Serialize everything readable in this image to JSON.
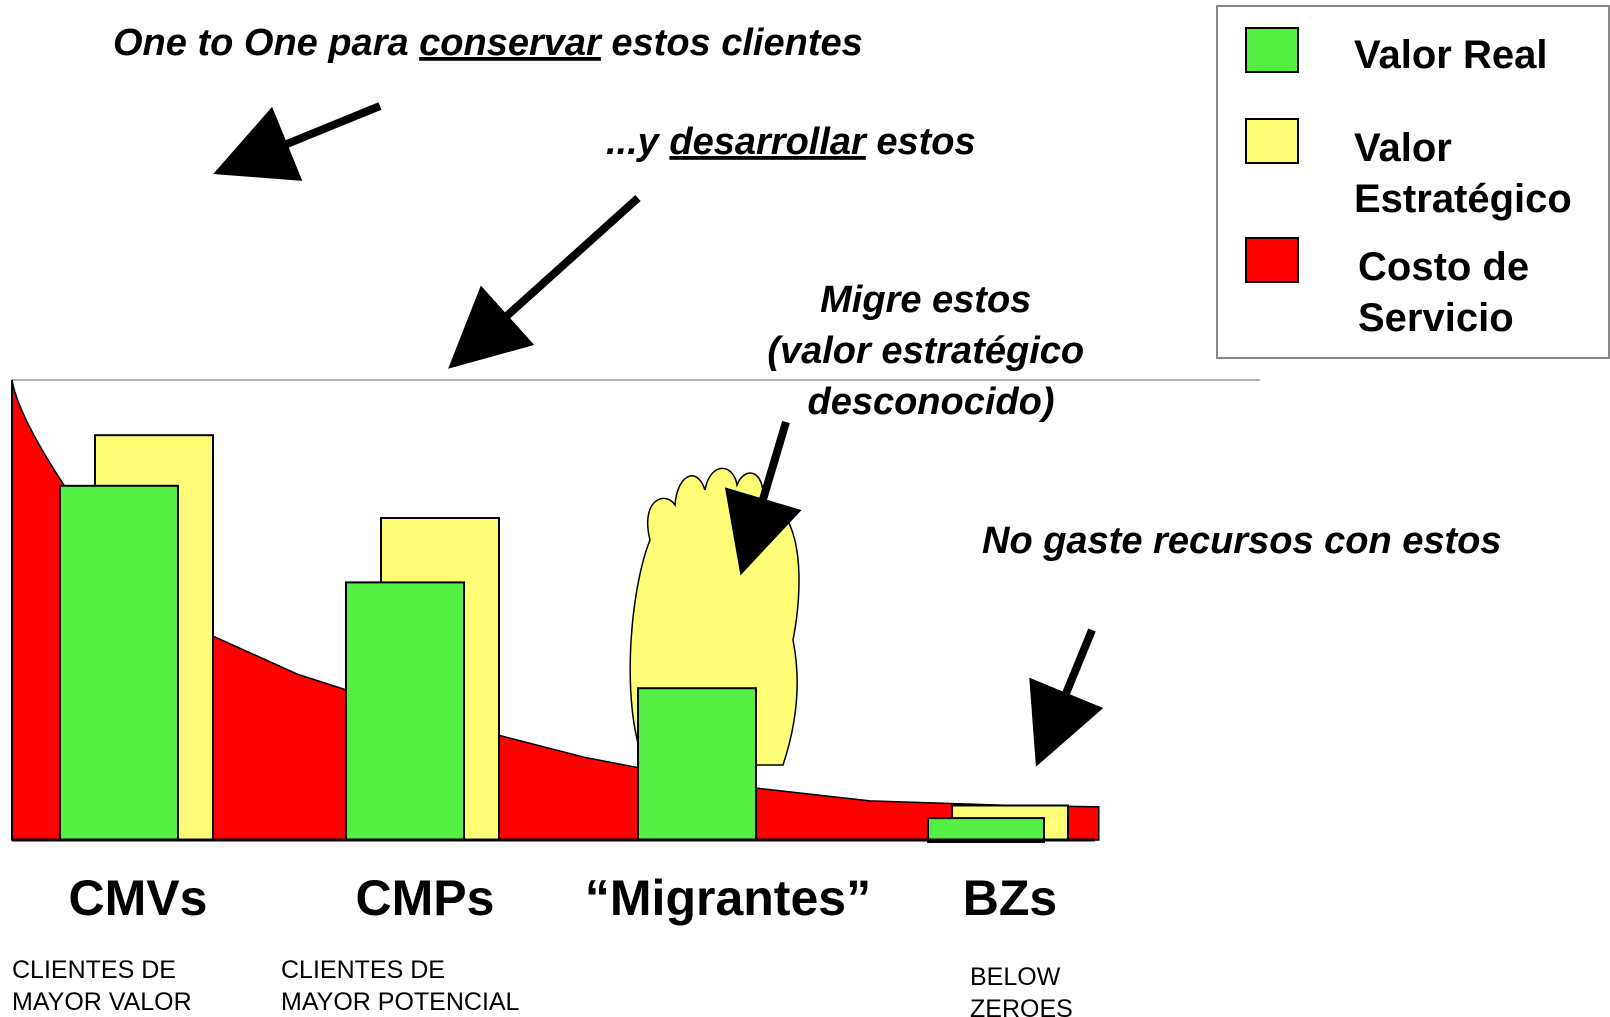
{
  "chart_data": {
    "type": "bar",
    "categories": [
      "CMVs",
      "CMPs",
      "“Migrantes”",
      "BZs"
    ],
    "subtitles": [
      [
        "CLIENTES DE",
        "MAYOR VALOR"
      ],
      [
        "CLIENTES DE",
        "MAYOR  POTENCIAL"
      ],
      [],
      [
        "BELOW",
        "ZEROES"
      ]
    ],
    "series": [
      {
        "name": "Valor Real",
        "color": "#55ee44",
        "values": [
          77,
          56,
          33,
          4
        ]
      },
      {
        "name": "Valor Estratégico",
        "color": "#ffff77",
        "values": [
          88,
          70,
          null,
          5
        ]
      },
      {
        "name": "Costo de Servicio",
        "color": "#ff0000",
        "type": "area",
        "curve": [
          [
            0,
            70
          ],
          [
            0.5,
            50
          ],
          [
            1,
            36
          ],
          [
            1.5,
            26
          ],
          [
            2,
            18
          ],
          [
            2.5,
            12
          ],
          [
            3,
            8.5
          ],
          [
            3.5,
            7.5
          ],
          [
            3.8,
            7.2
          ]
        ]
      }
    ],
    "uncertain_category": "“Migrantes”",
    "legend": {
      "placement": "top-right",
      "items": [
        {
          "color": "#55ee44",
          "lines": [
            "Valor Real"
          ]
        },
        {
          "color": "#ffff77",
          "lines": [
            "Valor",
            "Estratégico"
          ]
        },
        {
          "color": "#ff0000",
          "lines": [
            "Costo de",
            "Servicio"
          ]
        }
      ]
    },
    "annotations": {
      "a1_pre": "One to One  para ",
      "a1_u": "conservar",
      "a1_post": " estos clientes",
      "a2_pre": "...y ",
      "a2_u": "desarrollar",
      "a2_post": " estos",
      "a3_lines": [
        "Migre estos",
        "(valor estratégico",
        "desconocido)"
      ],
      "a4": "No gaste recursos con estos"
    },
    "ylim": [
      0,
      100
    ]
  }
}
